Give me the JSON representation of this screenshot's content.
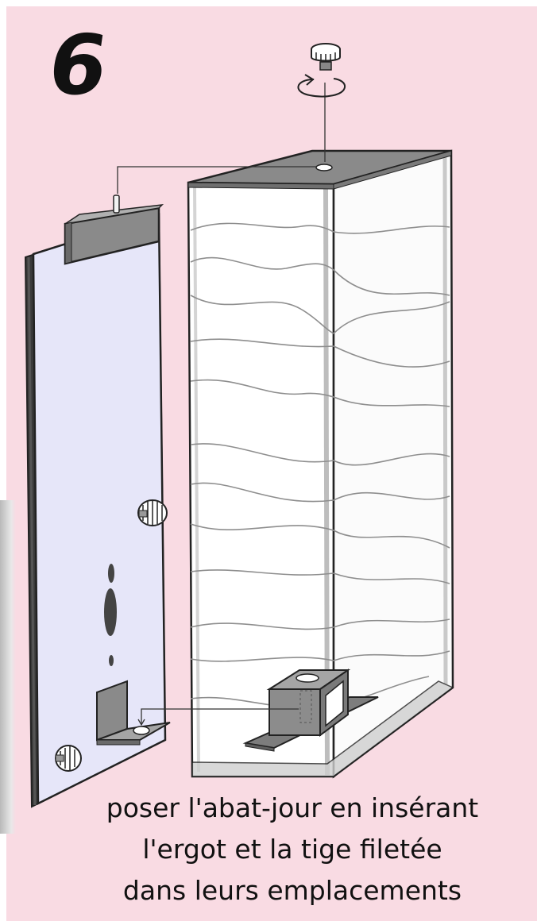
{
  "step": {
    "number": "6"
  },
  "caption": {
    "line1": "poser l'abat-jour en insérant",
    "line2": "l'ergot et la tige filetée",
    "line3": "dans leurs emplacements"
  },
  "colors": {
    "background": "#f9dbe3",
    "panel": "#e6e6f9",
    "metal": "#8a8a8a",
    "outline": "#222222"
  },
  "icons": [
    "rotate-arrow-icon",
    "thumb-screw-icon"
  ]
}
